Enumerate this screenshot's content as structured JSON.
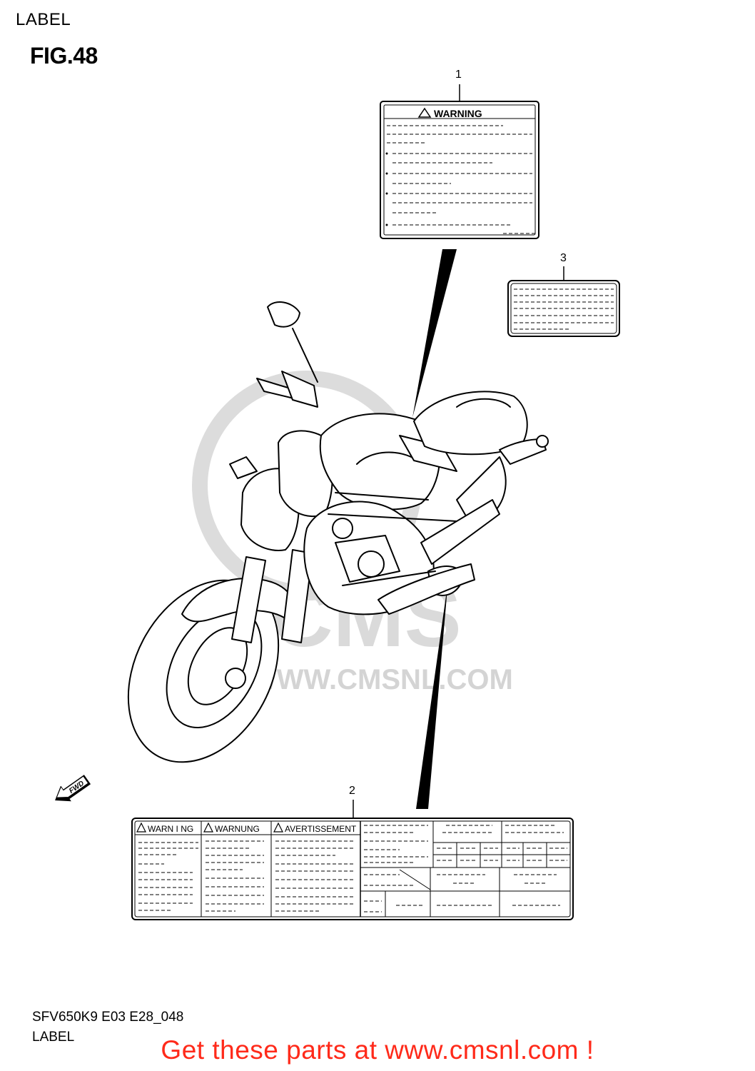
{
  "header": {
    "section": "LABEL"
  },
  "figure": {
    "title": "FIG.48"
  },
  "callouts": {
    "one": "1",
    "two": "2",
    "three": "3"
  },
  "labels": {
    "warning_en": "WARNING",
    "warning_multi": [
      "WARN I NG",
      "WARNUNG",
      "AVERTISSEMENT"
    ]
  },
  "direction": {
    "text": "FWD"
  },
  "watermark": {
    "url": "WWW.CMSNL.COM",
    "brand": "CMS"
  },
  "footer": {
    "model_code": "SFV650K9 E03 E28_048",
    "label": "LABEL",
    "promo": "Get these parts at www.cmsnl.com !"
  },
  "colors": {
    "promo": "#ff2a1a",
    "ink": "#000000",
    "watermark": "#d6d6d6"
  }
}
